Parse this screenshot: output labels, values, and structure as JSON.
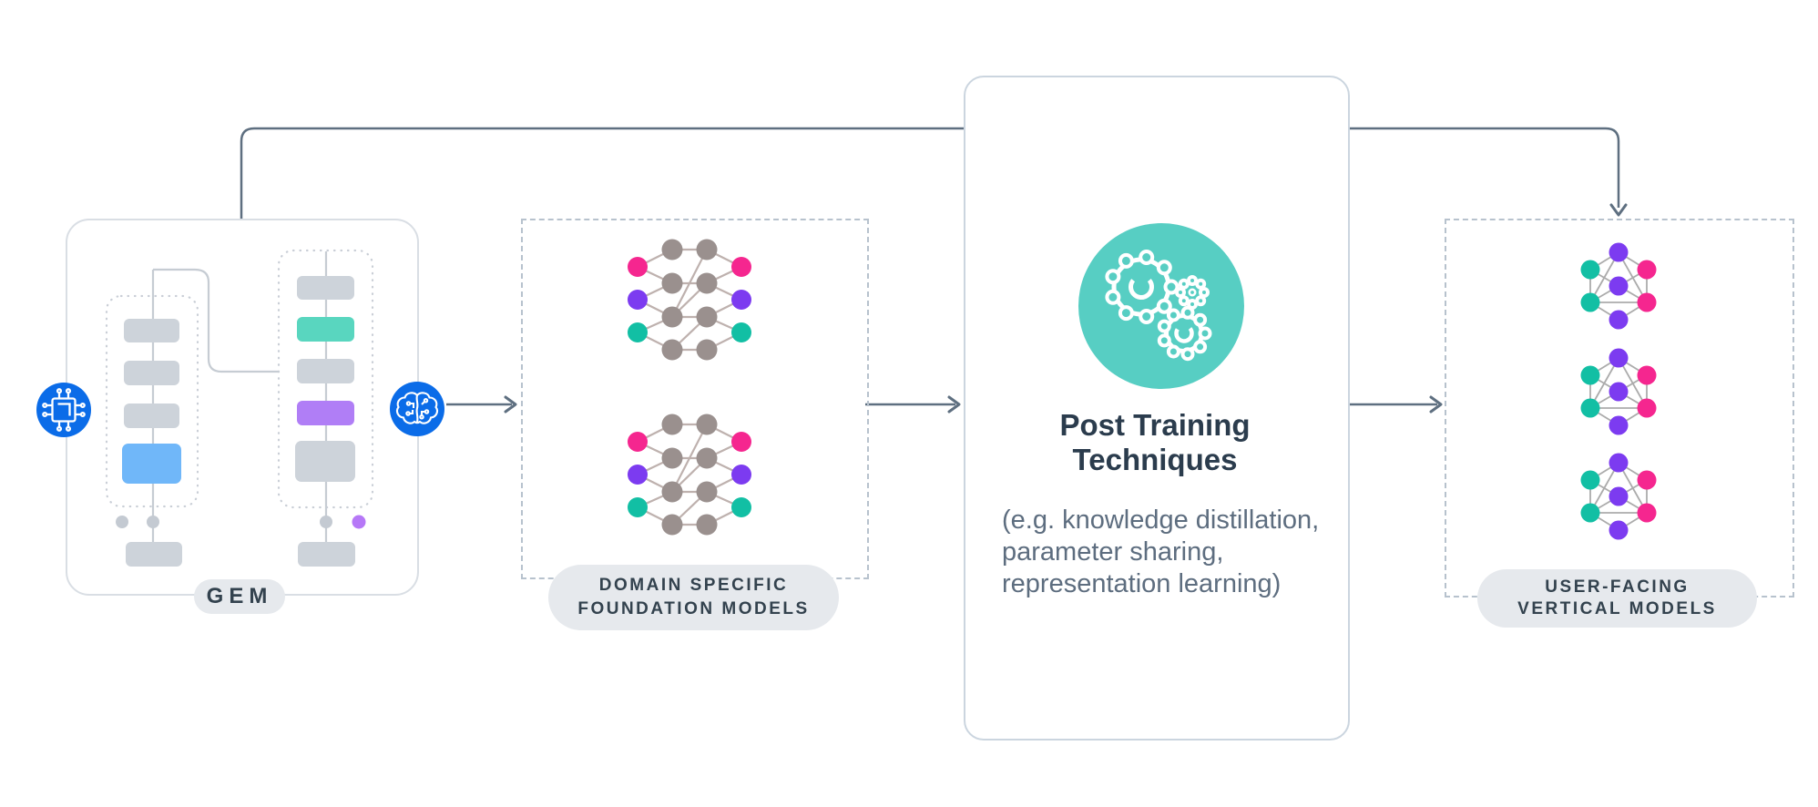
{
  "gem": {
    "label": "GEM"
  },
  "domain_box": {
    "label_line1": "DOMAIN SPECIFIC",
    "label_line2": "FOUNDATION MODELS"
  },
  "post_training": {
    "title_line1": "Post Training",
    "title_line2": "Techniques",
    "subtitle_line1": "(e.g. knowledge distillation,",
    "subtitle_line2": "parameter sharing,",
    "subtitle_line3": "representation learning)"
  },
  "vertical_box": {
    "label_line1": "USER-FACING",
    "label_line2": "VERTICAL MODELS"
  },
  "icons": {
    "left_badge": "chip-icon",
    "right_badge": "ai-brain-icon",
    "card_badge": "gears-icon",
    "model_glyph": "neural-network-icon"
  },
  "colors": {
    "slate-line": "#5E6F80",
    "box-border": "#D9DEE4",
    "dashed-border": "#B7C2CD",
    "dotted-border": "#C9CED6",
    "inner-line": "#C6CCD3",
    "block-gray": "#CDD3DA",
    "block-blue": "#70B7F9",
    "block-teal": "#59D6BF",
    "block-purple": "#B07EF6",
    "dot-gray": "#C4CAD2",
    "dot-purple": "#B678F7",
    "pill-bg": "#E6E9ED",
    "pill-text": "#33424E",
    "meta-blue": "#0B6CE8",
    "teal-circle": "#57CEC3",
    "nn-gray": "#9A908E",
    "nn-edge": "#BEB1AE",
    "nn-pink": "#F5268F",
    "nn-purple": "#7C3BF0",
    "nn-teal": "#12BFA4",
    "small-edge": "#ABABAB",
    "title-text": "#2B3C4D",
    "subtitle-text": "#5D6D7F",
    "card-border": "#CBD5DF"
  }
}
